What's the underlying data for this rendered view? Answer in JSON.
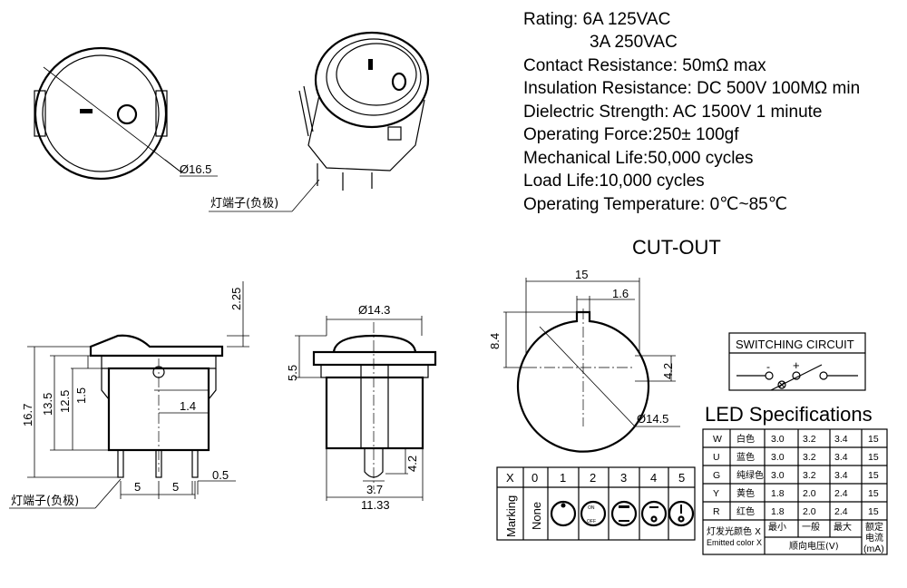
{
  "specs": [
    "Rating: 6A 125VAC",
    "3A  250VAC",
    "Contact Resistance: 50mΩ max",
    "Insulation Resistance: DC 500V 100MΩ min",
    "Dielectric Strength: AC 1500V 1 minute",
    "Operating Force:250± 100gf",
    "Mechanical Life:50,000 cycles",
    "Load Life:10,000 cycles",
    "Operating Temperature: 0℃~85℃"
  ],
  "top_view": {
    "diameter": "Ø16.5",
    "terminal_label": "灯端子(负极)"
  },
  "side_view": {
    "dims": [
      "2.25",
      "16.7",
      "13.5",
      "12.5",
      "1.5",
      "1.4",
      "0.5",
      "5",
      "5"
    ],
    "terminal_label": "灯端子(负极)"
  },
  "front_view": {
    "dims": [
      "Ø14.3",
      "5.5",
      "4.2",
      "3.7",
      "11.33"
    ]
  },
  "cutout": {
    "title": "CUT-OUT",
    "dims": [
      "15",
      "1.6",
      "8.4",
      "4.2",
      "Ø14.5"
    ]
  },
  "switching_circuit": {
    "title": "SWITCHING CIRCUIT",
    "minus": "-",
    "plus": "+"
  },
  "marking_table": {
    "header_label": "X",
    "row_label": "Marking",
    "columns": [
      "0",
      "1",
      "2",
      "3",
      "4",
      "5"
    ],
    "none_label": "None",
    "on_label": "ON",
    "off_label": "OFF"
  },
  "led_specs": {
    "title": "LED Specifications",
    "rows": [
      [
        "W",
        "白色",
        "3.0",
        "3.2",
        "3.4",
        "15"
      ],
      [
        "U",
        "蓝色",
        "3.0",
        "3.2",
        "3.4",
        "15"
      ],
      [
        "G",
        "纯绿色",
        "3.0",
        "3.2",
        "3.4",
        "15"
      ],
      [
        "Y",
        "黄色",
        "1.8",
        "2.0",
        "2.4",
        "15"
      ],
      [
        "R",
        "红色",
        "1.8",
        "2.0",
        "2.4",
        "15"
      ]
    ],
    "footer": {
      "color_cn": "灯发光颜色 X",
      "color_en": "Emitted color X",
      "min": "最小",
      "typ": "一般",
      "max": "最大",
      "voltage": "顺向电压(V)",
      "current_1": "额定",
      "current_2": "电流",
      "current_3": "(mA)"
    }
  }
}
